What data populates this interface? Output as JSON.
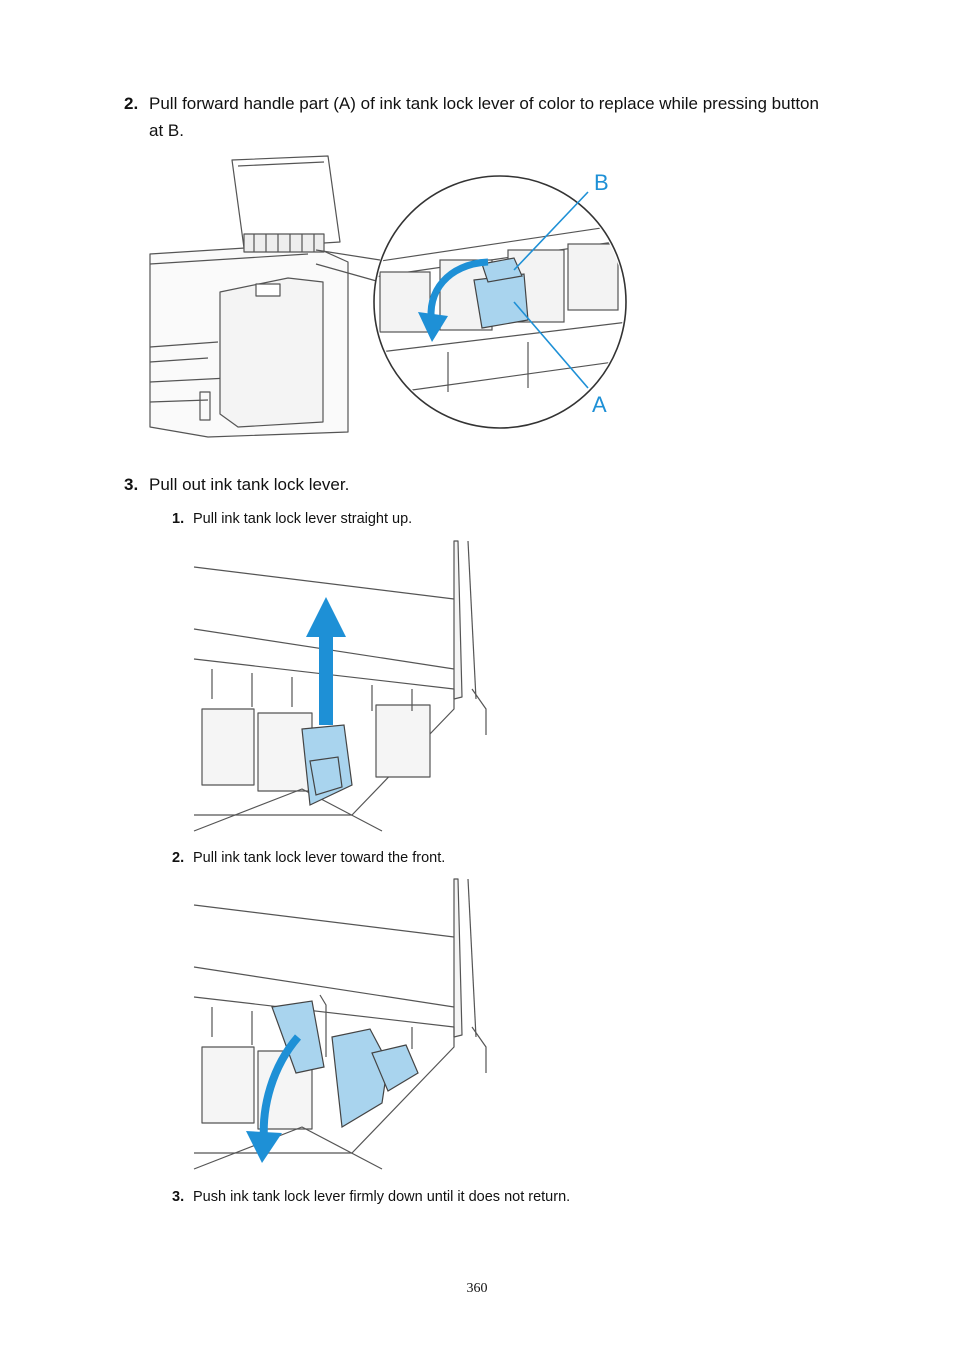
{
  "steps": [
    {
      "number": "2.",
      "text_line1": "Pull forward handle part (A) of ink tank lock lever of color to replace while pressing button",
      "text_line2": "at B."
    },
    {
      "number": "3.",
      "text": "Pull out ink tank lock lever."
    }
  ],
  "substeps": [
    {
      "number": "1.",
      "text": "Pull ink tank lock lever straight up."
    },
    {
      "number": "2.",
      "text": "Pull ink tank lock lever toward the front."
    },
    {
      "number": "3.",
      "text": "Push ink tank lock lever firmly down until it does not return."
    }
  ],
  "figure1": {
    "label_a": "A",
    "label_b": "B"
  },
  "colors": {
    "accent_blue": "#1e90d6",
    "lever_fill": "#a9d4ee",
    "line": "#555555"
  },
  "page_number": "360"
}
